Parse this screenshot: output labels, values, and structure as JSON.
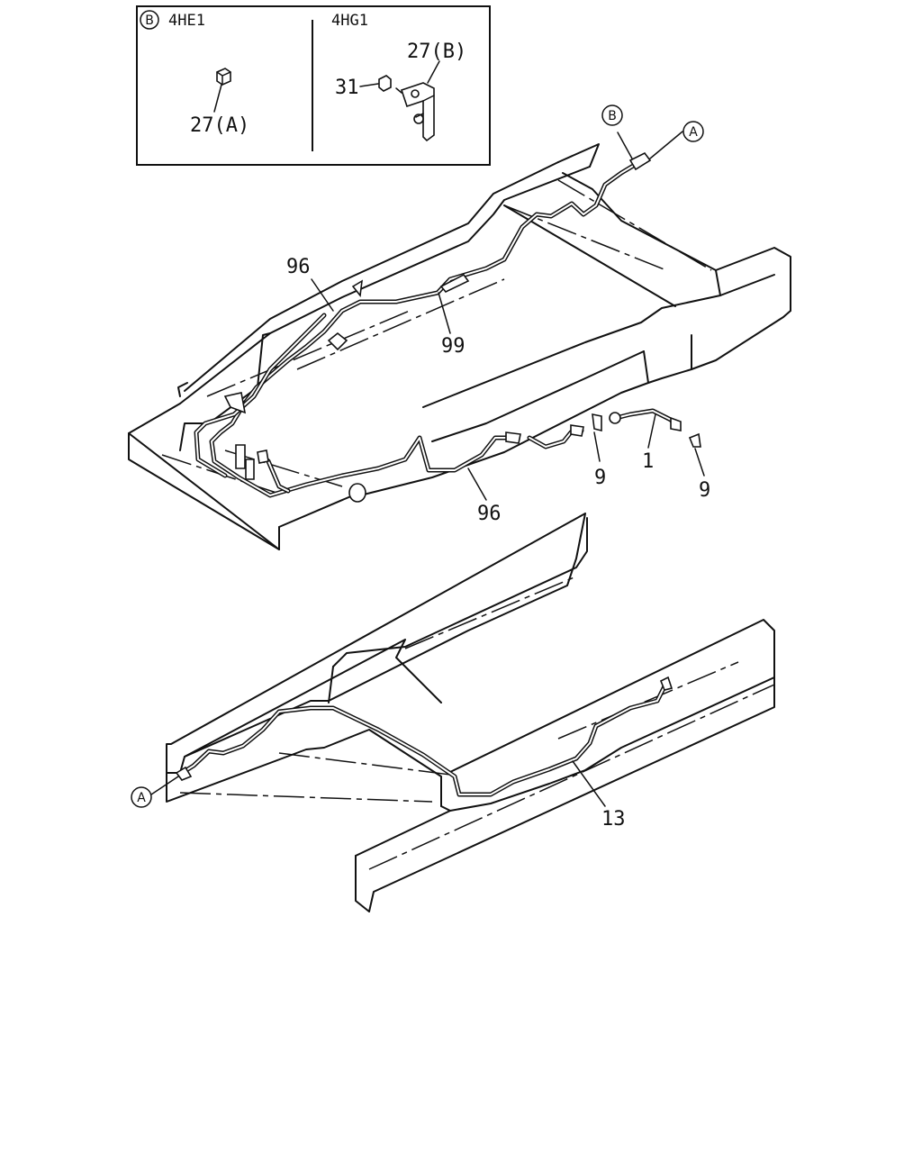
{
  "inset": {
    "marker": "B",
    "left_variant": "4HE1",
    "right_variant": "4HG1"
  },
  "callouts": {
    "c27a": "27(A)",
    "c27b": "27(B)",
    "c31": "31",
    "c96_upper": "96",
    "c99": "99",
    "c9_left": "9",
    "c1": "1",
    "c9_right": "9",
    "c96_lower": "96",
    "c13": "13"
  },
  "markers": {
    "top_b": "B",
    "top_a": "A",
    "bottom_a": "A"
  }
}
